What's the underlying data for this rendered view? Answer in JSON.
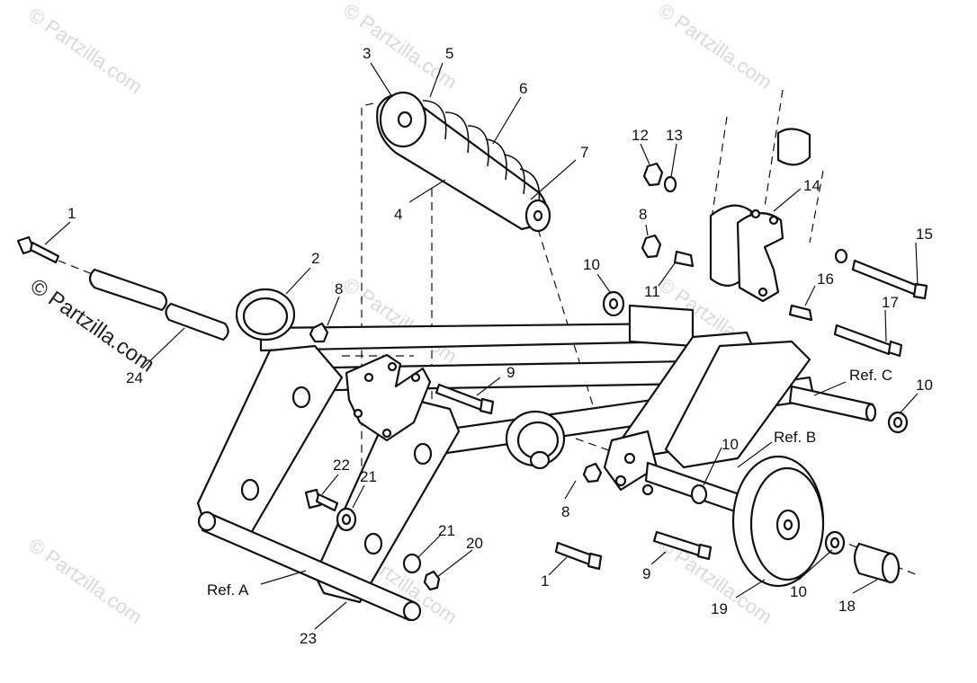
{
  "watermark": {
    "text": "© Partzilla.com",
    "primary_text": "© Partzilla.com"
  },
  "callouts": {
    "c1a": "1",
    "c1b": "1",
    "c2": "2",
    "c3": "3",
    "c4": "4",
    "c5": "5",
    "c6": "6",
    "c7": "7",
    "c8a": "8",
    "c8b": "8",
    "c8c": "8",
    "c9a": "9",
    "c9b": "9",
    "c10a": "10",
    "c10b": "10",
    "c10c": "10",
    "c10d": "10",
    "c11": "11",
    "c12": "12",
    "c13": "13",
    "c14": "14",
    "c15": "15",
    "c16": "16",
    "c17": "17",
    "c18": "18",
    "c19": "19",
    "c20": "20",
    "c21a": "21",
    "c21b": "21",
    "c22": "22",
    "c23": "23",
    "c24": "24"
  },
  "refs": {
    "ref_a": "Ref. A",
    "ref_b": "Ref. B",
    "ref_c": "Ref. C"
  },
  "colors": {
    "line": "#111111",
    "background": "#ffffff",
    "watermark": "#d9d9d9"
  }
}
